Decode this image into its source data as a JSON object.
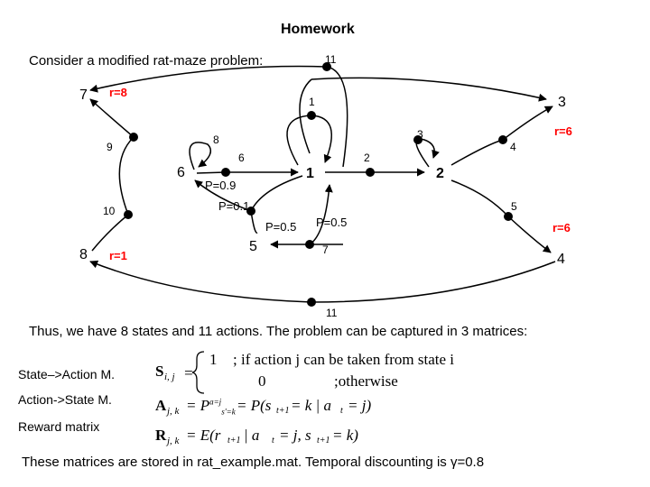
{
  "slide": {
    "title": "Homework",
    "intro": "Consider a modified rat-maze problem:",
    "summary": "Thus, we have 8 states and 11 actions. The problem can be captured in 3 matrices:",
    "footer": "These matrices are stored in rat_example.mat. Temporal discounting is ",
    "footer_gamma": "γ=0.8"
  },
  "diagram": {
    "states": [
      "7",
      "6",
      "8",
      "1",
      "5",
      "3",
      "2",
      "4"
    ],
    "rewards": [
      "r=8",
      "r=1",
      "r=6",
      "r=6"
    ],
    "actions": [
      "1",
      "2",
      "3",
      "4",
      "5",
      "6",
      "7",
      "8",
      "9",
      "10",
      "11",
      "11"
    ],
    "probabilities": [
      "P=0.9",
      "P=0.1",
      "P=0.5",
      "P=0.5"
    ],
    "colors": {
      "arrows": "#000000",
      "reward": "#ff0000"
    }
  },
  "matrices": {
    "labels": [
      "State–>Action M.",
      "Action->State M.",
      "Reward matrix"
    ],
    "s_matrix": {
      "lhs": "S",
      "subscript": "i, j",
      "case1_value": "1",
      "case1_text": "; if action j can be taken from state i",
      "case2_value": "0",
      "case2_text": ";otherwise"
    },
    "a_matrix": {
      "lhs": "A",
      "subscript": "j, k",
      "rhs": "= P(s",
      "rhs2": "= k | a",
      "rhs3": "= j)"
    },
    "r_matrix": {
      "lhs": "R",
      "subscript": "j, k",
      "rhs": "= E(r",
      "rhs2": "| a",
      "rhs3": "= j, s",
      "rhs4": "= k)"
    }
  }
}
